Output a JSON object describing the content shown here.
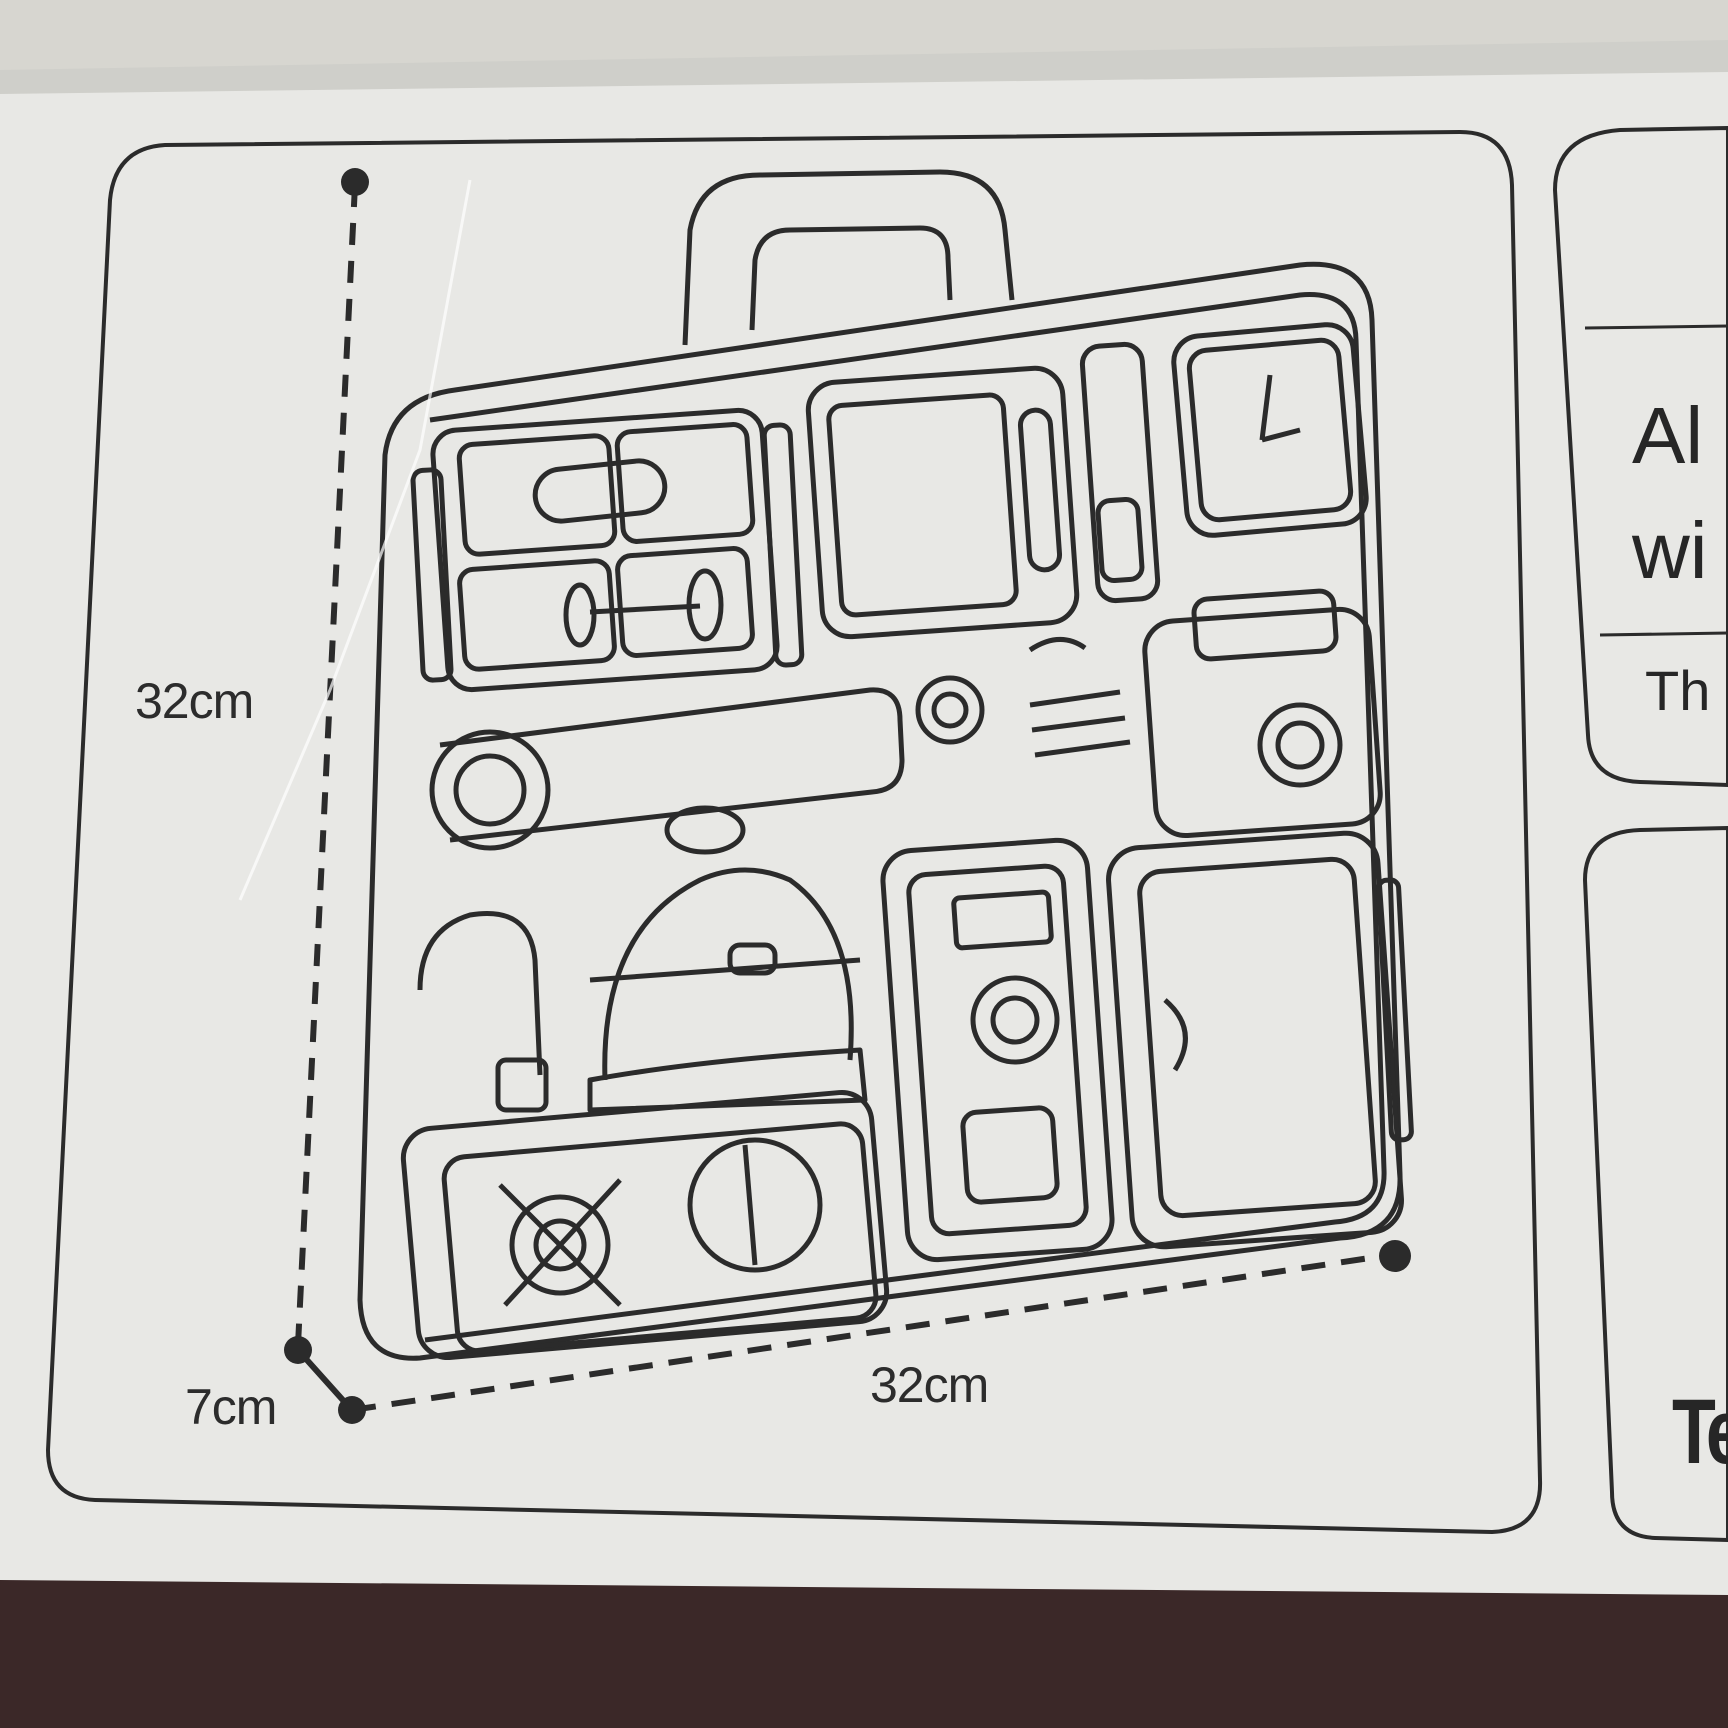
{
  "labels": {
    "height": "32cm",
    "width": "32cm",
    "depth": "7cm"
  },
  "side_panel": {
    "line1": "Al",
    "line2": "wi",
    "line3": "Th",
    "bottom": "Te"
  },
  "colors": {
    "box_white": "#e9e9e6",
    "ink": "#2a2a2a",
    "floor": "#3a2626"
  }
}
